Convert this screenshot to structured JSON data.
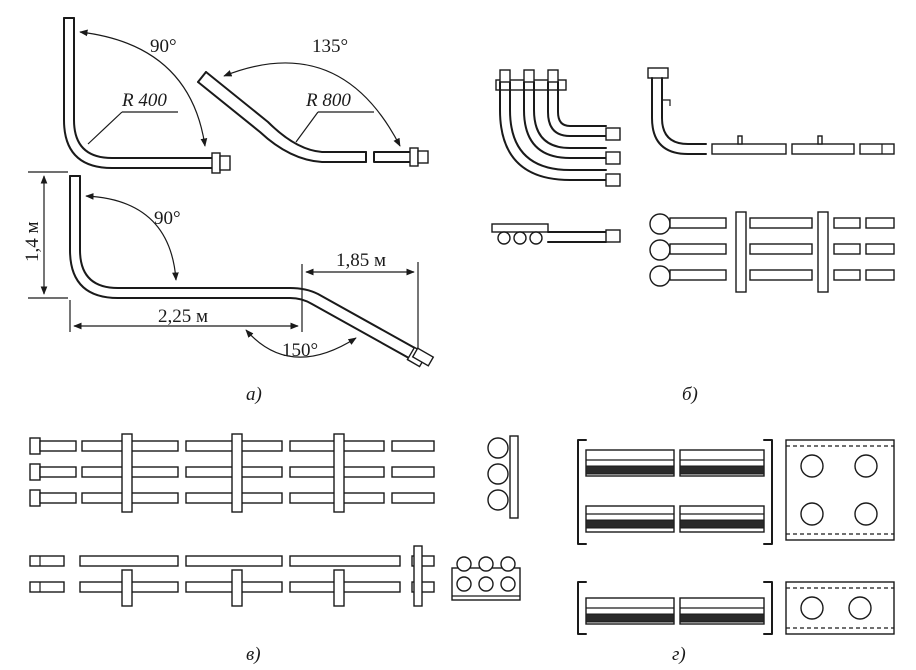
{
  "panels": {
    "a": {
      "caption": "а)",
      "labels": {
        "angle_90_top": "90°",
        "radius_400": "R 400",
        "angle_135": "135°",
        "radius_800": "R 800",
        "height": "1,4 м",
        "angle_90_bottom": "90°",
        "length_185": "1,85 м",
        "length_225": "2,25 м",
        "angle_150": "150°"
      }
    },
    "b": {
      "caption": "б)"
    },
    "c": {
      "caption": "в)"
    },
    "d": {
      "caption": "г)"
    }
  }
}
